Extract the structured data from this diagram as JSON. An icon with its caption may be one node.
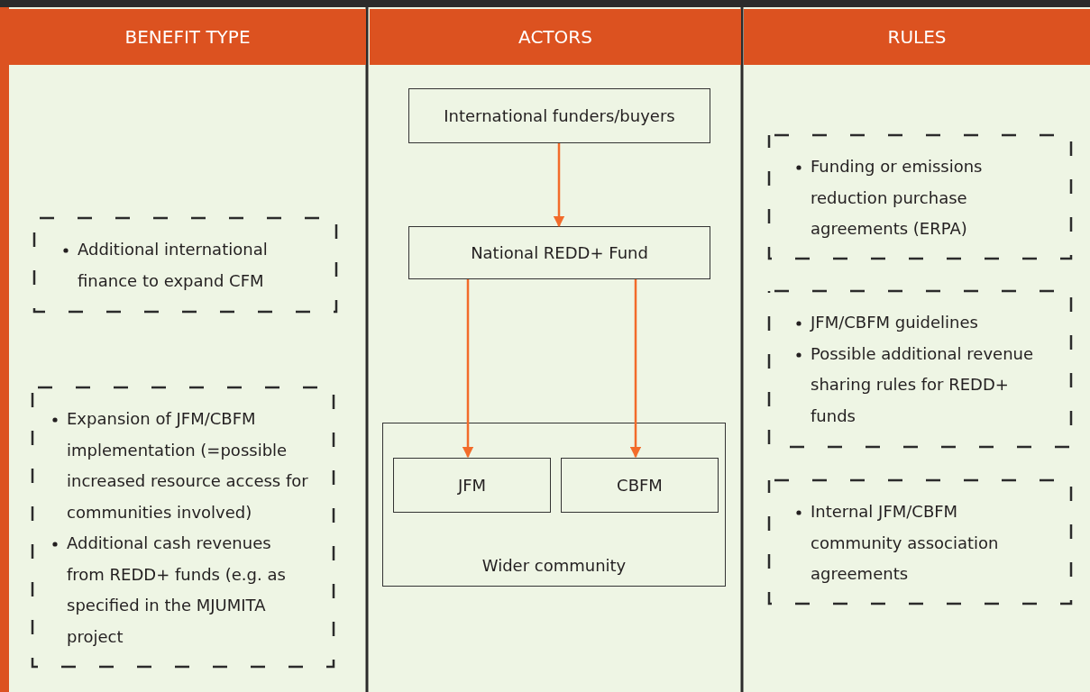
{
  "diagram": {
    "nodes": [
      {
        "text": [
          "BENEFIT TYPE"
        ]
      },
      {
        "text": [
          "ACTORS"
        ]
      },
      {
        "text": [
          "RULES"
        ]
      },
      {
        "text": [
          "Additional international finance to expand CFM"
        ]
      },
      {
        "text": [
          "Expansion of JFM/CBFM implementation (=possible increased resource access for communities involved)",
          "Additional cash revenues from REDD+ funds (e.g. as specified in the MJUMITA project"
        ]
      },
      {
        "text": [
          "International funders/buyers"
        ]
      },
      {
        "text": [
          "National REDD+ Fund"
        ]
      },
      {
        "text": [
          "Wider community"
        ]
      },
      {
        "text": [
          "JFM"
        ],
        "in": 7
      },
      {
        "text": [
          "CBFM"
        ],
        "in": 7
      },
      {
        "text": [
          "Funding or emissions reduction purchase agreements (ERPA)"
        ]
      },
      {
        "text": [
          "JFM/CBFM guidelines",
          "Possible additional revenue sharing rules for REDD+ funds"
        ]
      },
      {
        "text": [
          "Internal JFM/CBFM community association agreements"
        ]
      }
    ],
    "edges": [
      {
        "from": 5,
        "to": 6,
        "arrow": "to"
      },
      {
        "from": 6,
        "to": 8,
        "arrow": "to"
      },
      {
        "from": 6,
        "to": 9,
        "arrow": "to"
      }
    ]
  }
}
